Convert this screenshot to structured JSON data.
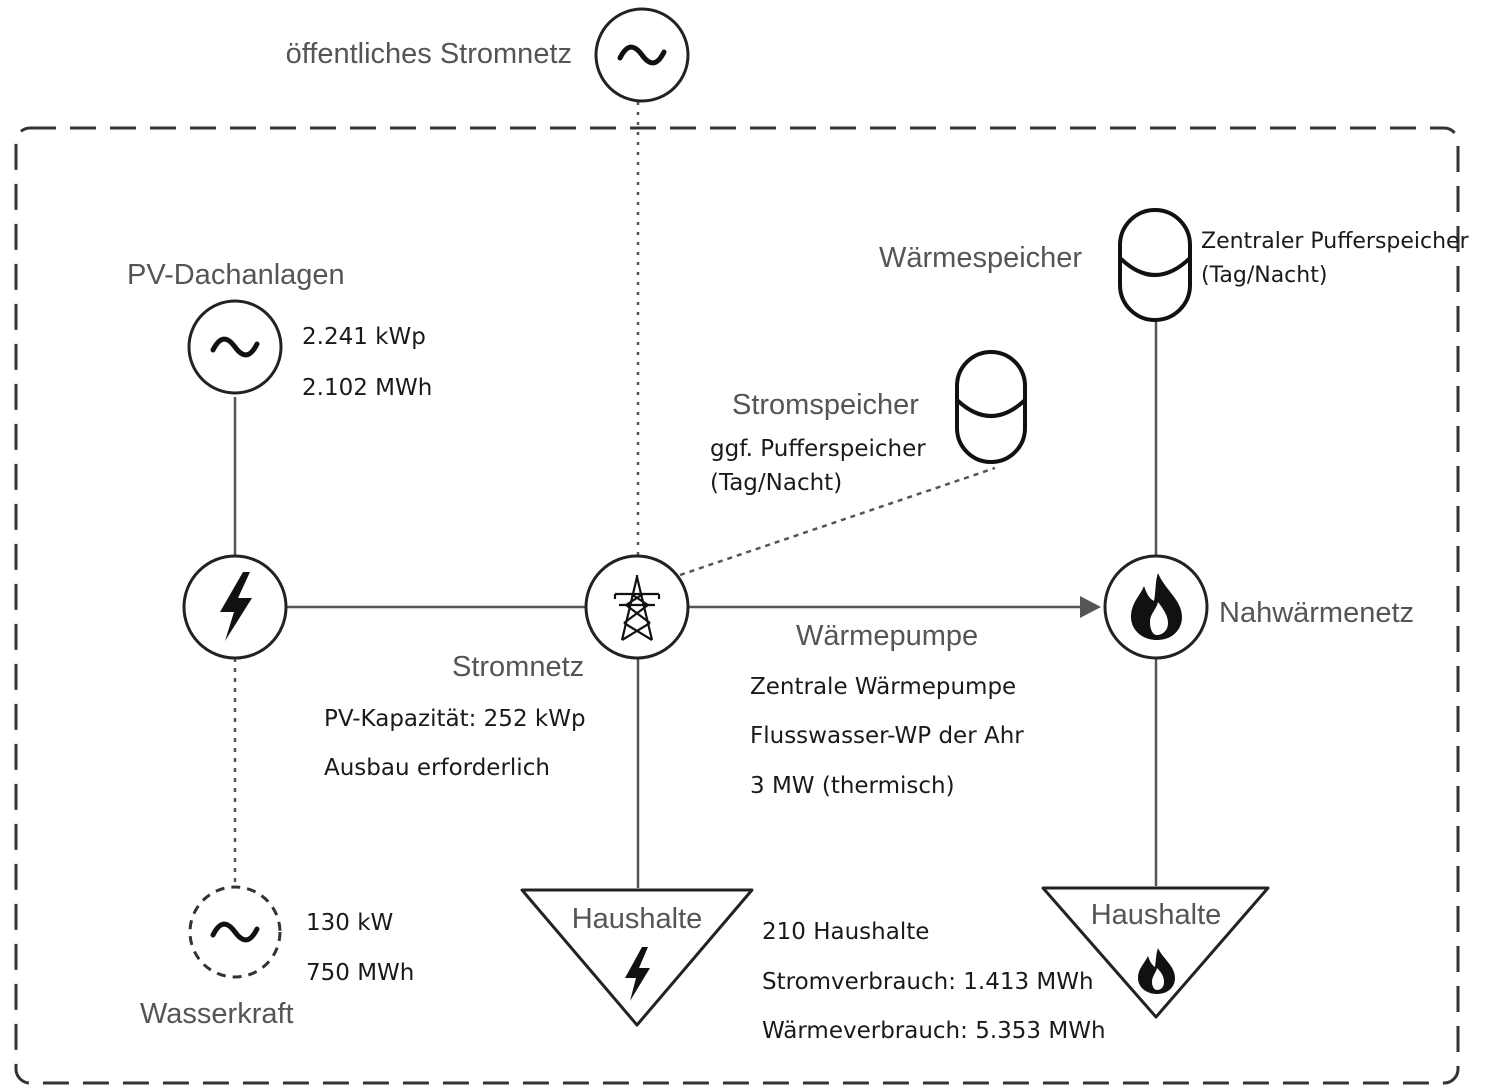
{
  "grid": {
    "label": "öffentliches Stromnetz",
    "icon": "ac-tilde-icon"
  },
  "pv": {
    "label": "PV-Dachanlagen",
    "capacity": "2.241 kWp",
    "energy": "2.102 MWh",
    "icon": "ac-tilde-icon"
  },
  "hydro": {
    "label": "Wasserkraft",
    "capacity": "130 kW",
    "energy": "750 MWh",
    "icon": "ac-tilde-icon"
  },
  "power_node": {
    "icon": "lightning-bolt-icon"
  },
  "stromnetz": {
    "label": "Stromnetz",
    "icon": "transmission-tower-icon",
    "capacity_note": "PV-Kapazität: 252 kWp",
    "expansion_note": "Ausbau erforderlich"
  },
  "stromspeicher": {
    "label": "Stromspeicher",
    "note_line1": "ggf. Pufferspeicher",
    "note_line2": "(Tag/Nacht)",
    "icon": "storage-cylinder-icon"
  },
  "waermespeicher": {
    "label": "Wärmespeicher",
    "note_line1": "Zentraler Pufferspeicher",
    "note_line2": "(Tag/Nacht)",
    "icon": "storage-cylinder-icon"
  },
  "waermepumpe": {
    "label": "Wärmepumpe",
    "line1": "Zentrale Wärmepumpe",
    "line2": "Flusswasser-WP der Ahr",
    "line3": "3 MW (thermisch)"
  },
  "nahwaermenetz": {
    "label": "Nahwärmenetz",
    "icon": "flame-icon"
  },
  "households_power": {
    "label": "Haushalte",
    "icon": "lightning-bolt-icon"
  },
  "households_heat": {
    "label": "Haushalte",
    "icon": "flame-icon"
  },
  "households_info": {
    "count": "210 Haushalte",
    "power": "Stromverbrauch: 1.413 MWh",
    "heat": "Wärmeverbrauch: 5.353 MWh"
  },
  "colors": {
    "stroke": "#222222",
    "connector": "#555555",
    "label": "#555555",
    "note": "#1a1a1a"
  }
}
